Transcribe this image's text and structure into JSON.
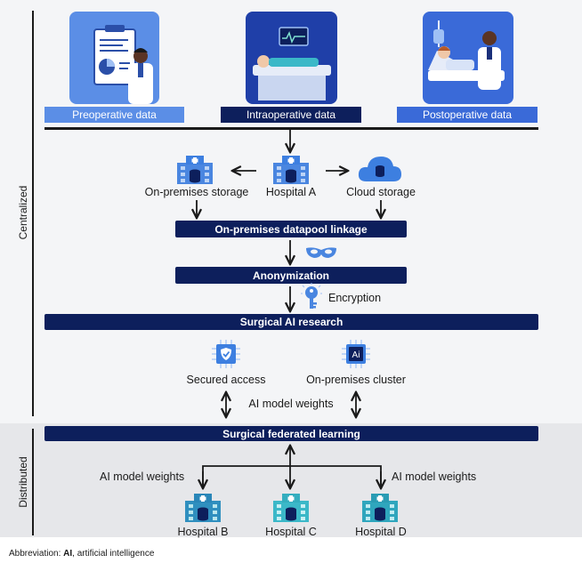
{
  "side": {
    "centralized": "Centralized",
    "distributed": "Distributed"
  },
  "top_tiles": [
    {
      "label": "Preoperative data",
      "color": "#5b8ee6"
    },
    {
      "label": "Intraoperative data",
      "color": "#0d1f5c"
    },
    {
      "label": "Postoperative data",
      "color": "#3a6ad8"
    }
  ],
  "nodes": {
    "on_prem_storage": "On-premises storage",
    "hospital_a": "Hospital A",
    "cloud_storage": "Cloud storage",
    "encryption": "Encryption",
    "secured_access": "Secured access",
    "on_prem_cluster": "On-premises cluster",
    "ai_weights_center": "AI model weights",
    "ai_weights_left": "AI model weights",
    "ai_weights_right": "AI model weights",
    "hospital_b": "Hospital B",
    "hospital_c": "Hospital C",
    "hospital_d": "Hospital D",
    "ai_chip": "Ai"
  },
  "bars": {
    "datapool": "On-premises datapool linkage",
    "anonymization": "Anonymization",
    "surgical_ai": "Surgical AI research",
    "federated": "Surgical federated learning"
  },
  "footnote": {
    "prefix": "Abbreviation: ",
    "term": "AI",
    "definition": ", artificial intelligence"
  },
  "colors": {
    "navy": "#0d1f5c",
    "blue": "#3a6ad8",
    "light_blue": "#5b8ee6",
    "teal": "#3bb8c8",
    "icon_blue": "#3d7fe0",
    "bg_top": "#f4f5f7",
    "bg_bottom": "#e6e7ea"
  }
}
